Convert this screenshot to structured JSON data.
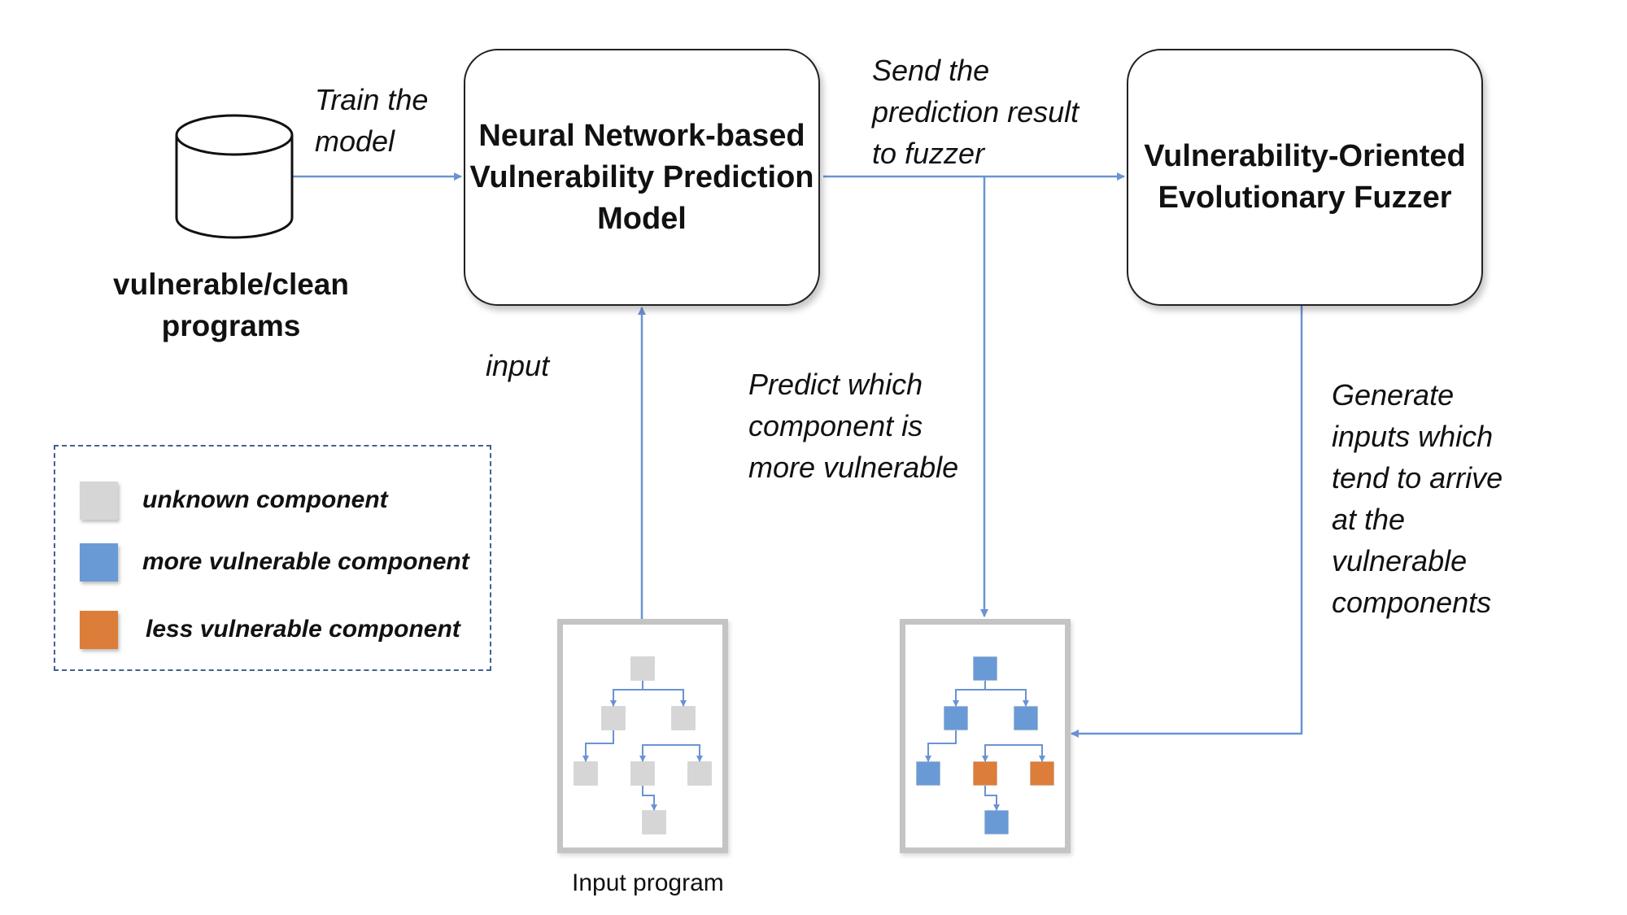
{
  "colors": {
    "arrow": "#6a93d3",
    "unknown": "#d6d6d6",
    "more_vulnerable": "#6a9ad6",
    "less_vulnerable": "#dc7d3a",
    "legend_border": "#41628f"
  },
  "database": {
    "icon": "database-cylinder-icon",
    "label": "vulnerable/clean\nprograms"
  },
  "nodes": {
    "model": "Neural Network-based\nVulnerability Prediction\nModel",
    "fuzzer": "Vulnerability-Oriented\nEvolutionary Fuzzer"
  },
  "edge_labels": {
    "train": "Train the\nmodel",
    "send": "Send the\nprediction result\nto fuzzer",
    "input": "input",
    "predict": "Predict which\ncomponent is\nmore vulnerable",
    "generate": "Generate\ninputs which\ntend to arrive\nat the\nvulnerable\ncomponents"
  },
  "legend": {
    "unknown": "unknown component",
    "more": "more vulnerable component",
    "less": "less vulnerable component"
  },
  "programs": {
    "input_caption": "Input program",
    "input_tree": [
      "unknown",
      "unknown",
      "unknown",
      "unknown",
      "unknown",
      "unknown",
      "unknown"
    ],
    "predicted_tree": [
      "more",
      "more",
      "more",
      "more",
      "less",
      "less",
      "more"
    ]
  }
}
